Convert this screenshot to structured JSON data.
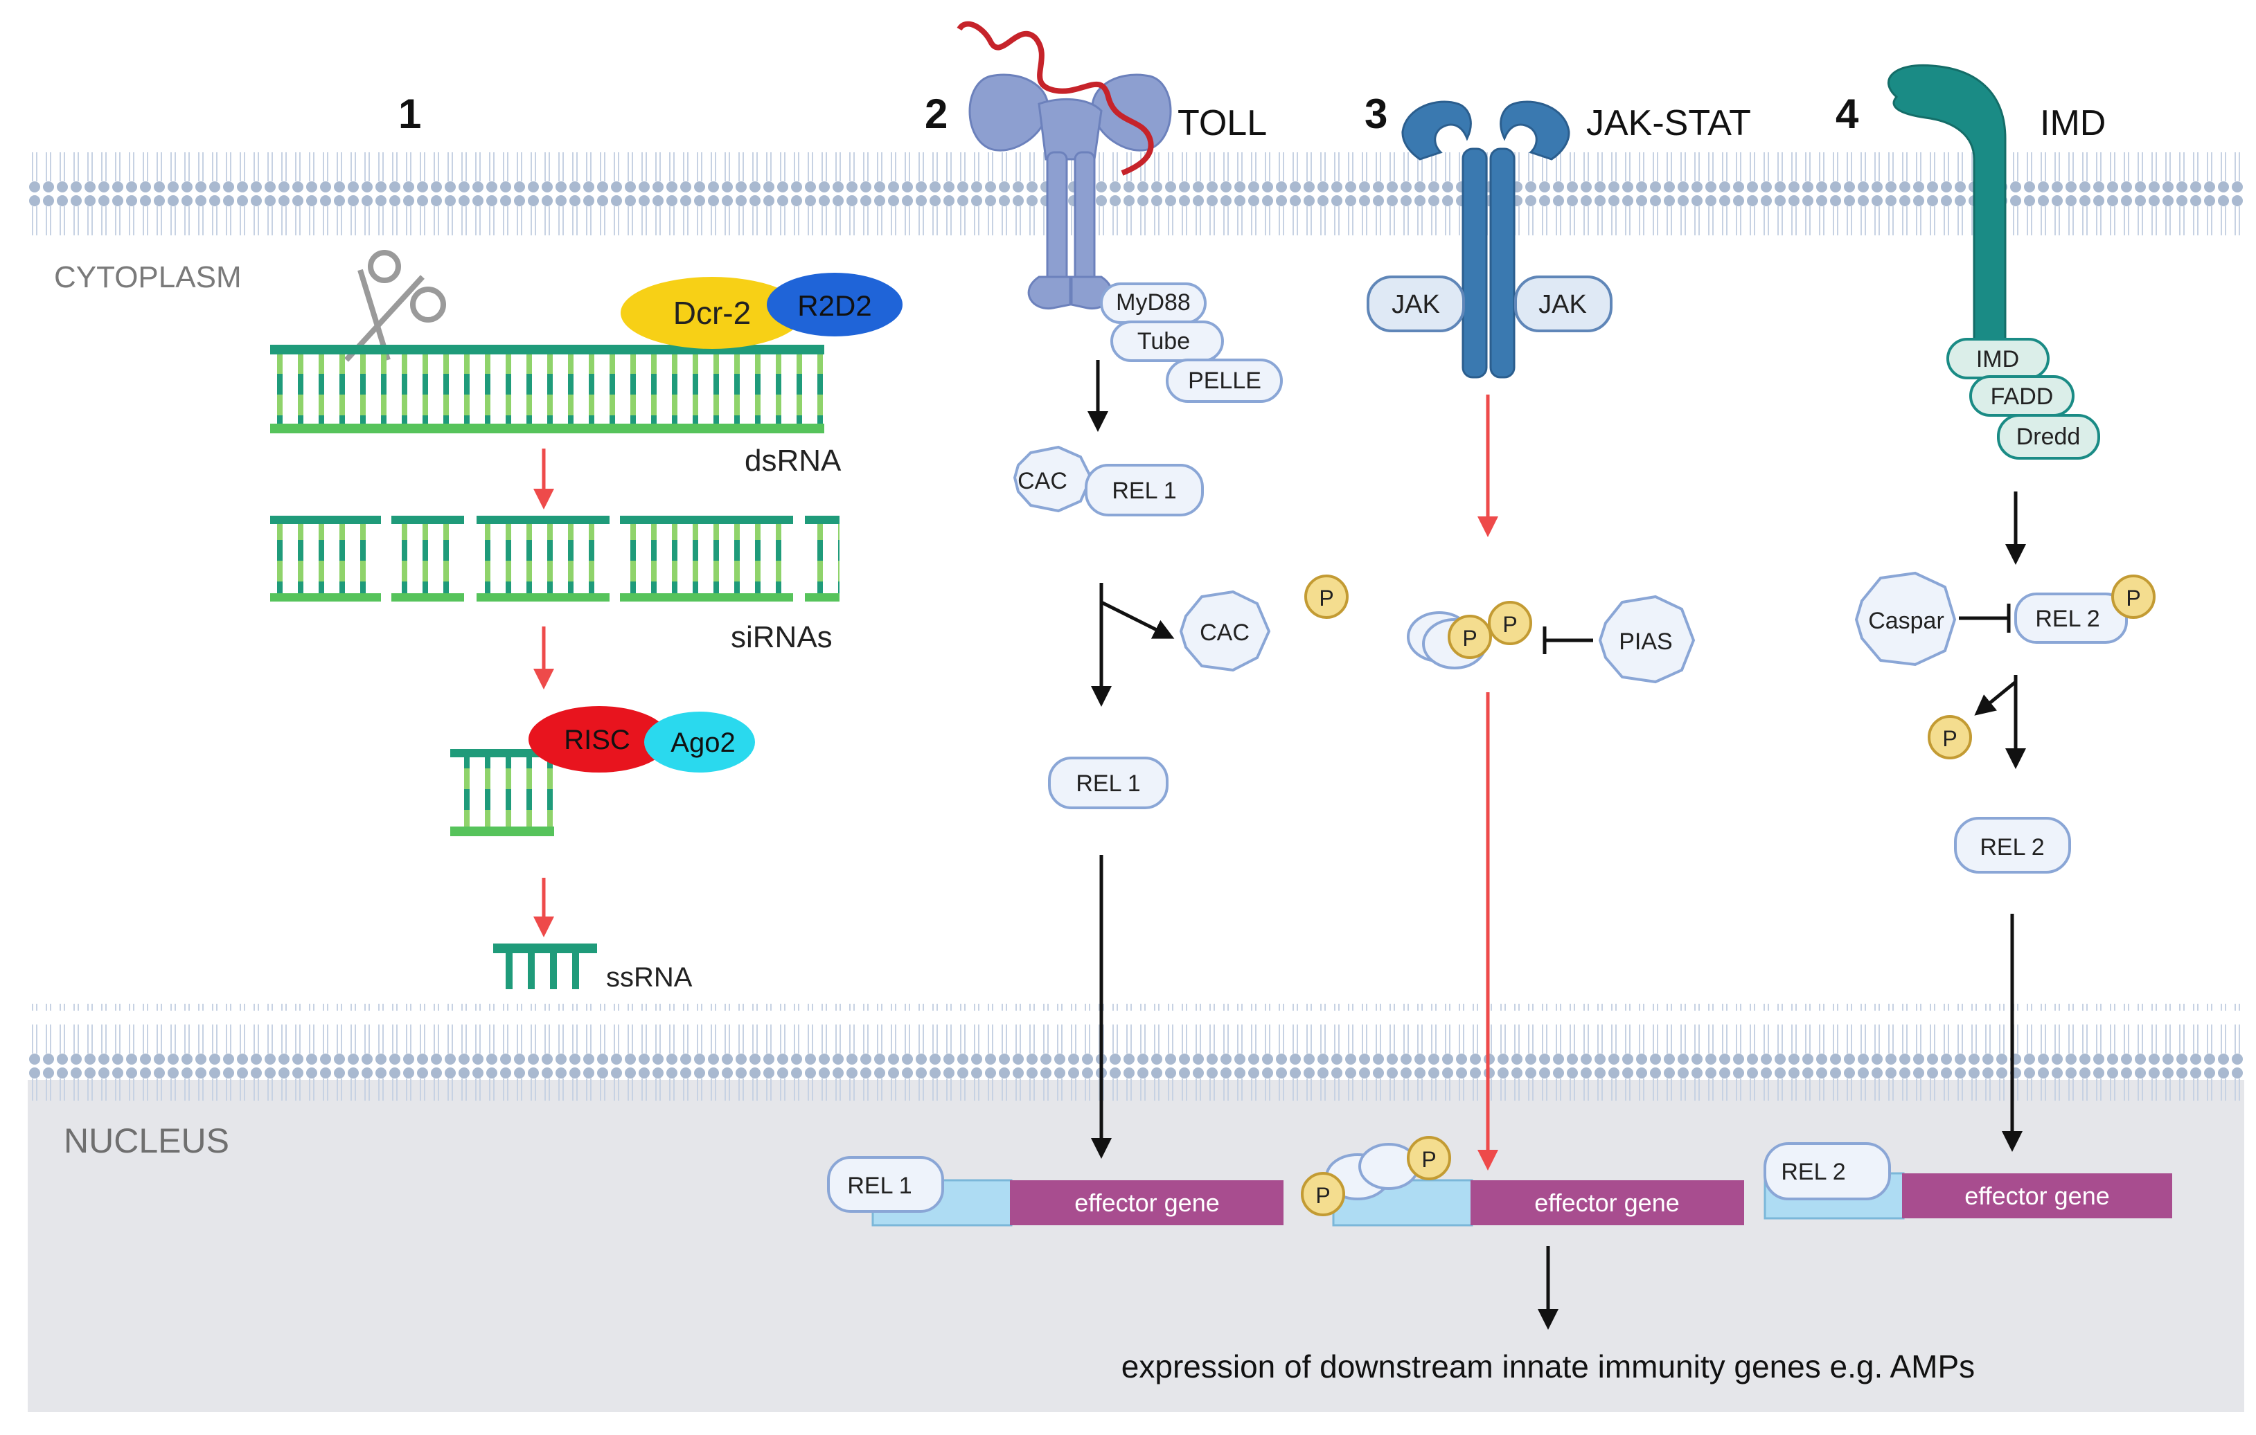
{
  "pathways": {
    "p1": {
      "number": "1",
      "name": ""
    },
    "p2": {
      "number": "2",
      "name": "TOLL"
    },
    "p3": {
      "number": "3",
      "name": "JAK-STAT"
    },
    "p4": {
      "number": "4",
      "name": "IMD"
    }
  },
  "compartments": {
    "cytoplasm": "CYTOPLASM",
    "nucleus": "NUCLEUS"
  },
  "rnai": {
    "dcr2": "Dcr-2",
    "r2d2": "R2D2",
    "dsrna": "dsRNA",
    "sirnas": "siRNAs",
    "risc": "RISC",
    "ago2": "Ago2",
    "ssrna": "ssRNA"
  },
  "toll": {
    "myd88": "MyD88",
    "tube": "Tube",
    "pelle": "PELLE",
    "cac": "CAC",
    "rel1": "REL 1",
    "cac_released": "CAC",
    "rel1_free": "REL 1",
    "rel1_nucleus": "REL 1",
    "effector": "effector gene",
    "phospho": "P"
  },
  "jakstat": {
    "jak_left": "JAK",
    "jak_right": "JAK",
    "p1": "P",
    "p2": "P",
    "pias": "PIAS",
    "p3": "P",
    "p4": "P",
    "effector": "effector gene"
  },
  "imd": {
    "imd": "IMD",
    "fadd": "FADD",
    "dredd": "Dredd",
    "caspar": "Caspar",
    "rel2": "REL 2",
    "p_on_rel2": "P",
    "p_released": "P",
    "rel2_free": "REL 2",
    "rel2_nucleus": "REL 2",
    "effector": "effector gene"
  },
  "output": {
    "expression": "expression of downstream innate immunity genes e.g. AMPs"
  },
  "colors": {
    "membrane": "#a9b9d0",
    "nucleus_bg": "#e5e6ea",
    "dsrna_dark": "#1f9b7a",
    "dsrna_light": "#8fd36b",
    "dcr2": "#f7d016",
    "r2d2": "#1f64d8",
    "risc": "#e8141e",
    "ago2": "#2ad9ee",
    "toll_receptor": "#8d9fd0",
    "jak_receptor": "#3a79b0",
    "imd_receptor": "#1a8b85",
    "protein_fill": "#eef3fb",
    "protein_stroke": "#8aa6d6",
    "phospho_fill": "#f4dd8f",
    "phospho_stroke": "#c39b33",
    "effector_gene": "#a84d8f",
    "promoter": "#aedcf3",
    "red_arrow": "#ee4a4a"
  }
}
